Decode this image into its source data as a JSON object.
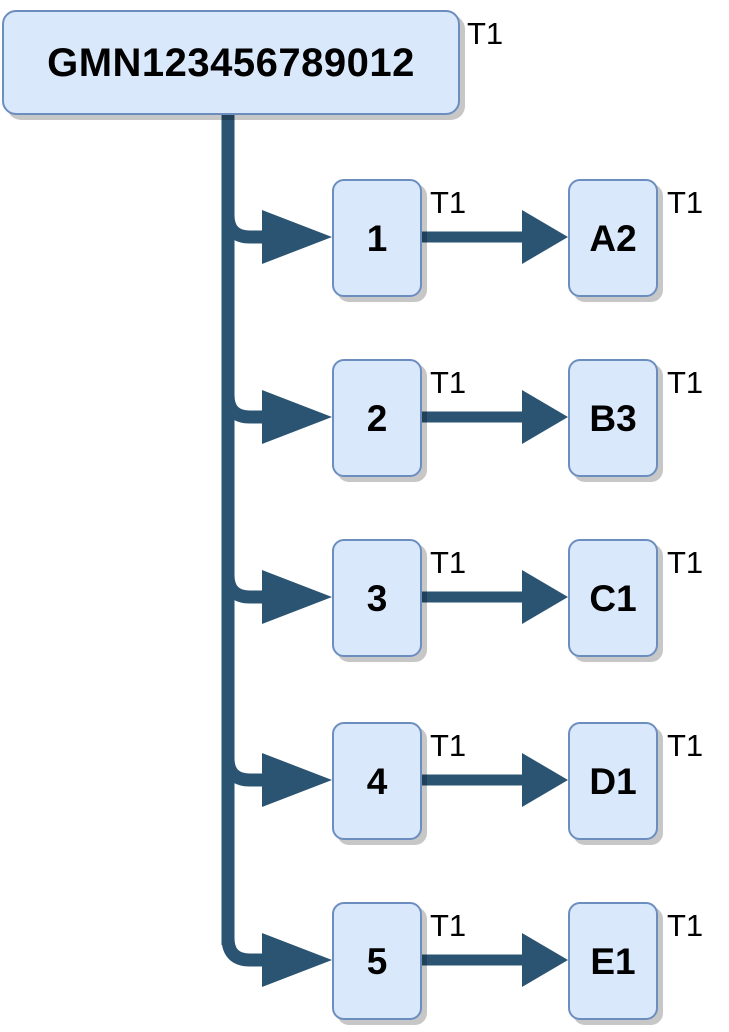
{
  "diagram": {
    "type": "tree",
    "root": {
      "label": "GMN123456789012",
      "tag": "T1"
    },
    "branches": [
      {
        "mid_label": "1",
        "mid_tag": "T1",
        "leaf_label": "A2",
        "leaf_tag": "T1"
      },
      {
        "mid_label": "2",
        "mid_tag": "T1",
        "leaf_label": "B3",
        "leaf_tag": "T1"
      },
      {
        "mid_label": "3",
        "mid_tag": "T1",
        "leaf_label": "C1",
        "leaf_tag": "T1"
      },
      {
        "mid_label": "4",
        "mid_tag": "T1",
        "leaf_label": "D1",
        "leaf_tag": "T1"
      },
      {
        "mid_label": "5",
        "mid_tag": "T1",
        "leaf_label": "E1",
        "leaf_tag": "T1"
      }
    ],
    "colors": {
      "node_fill": "#dae8fc",
      "node_border": "#6c8ebf",
      "connector": "#2b5472",
      "shadow": "#b8b8b8",
      "text": "#000000",
      "background": "#ffffff"
    }
  }
}
